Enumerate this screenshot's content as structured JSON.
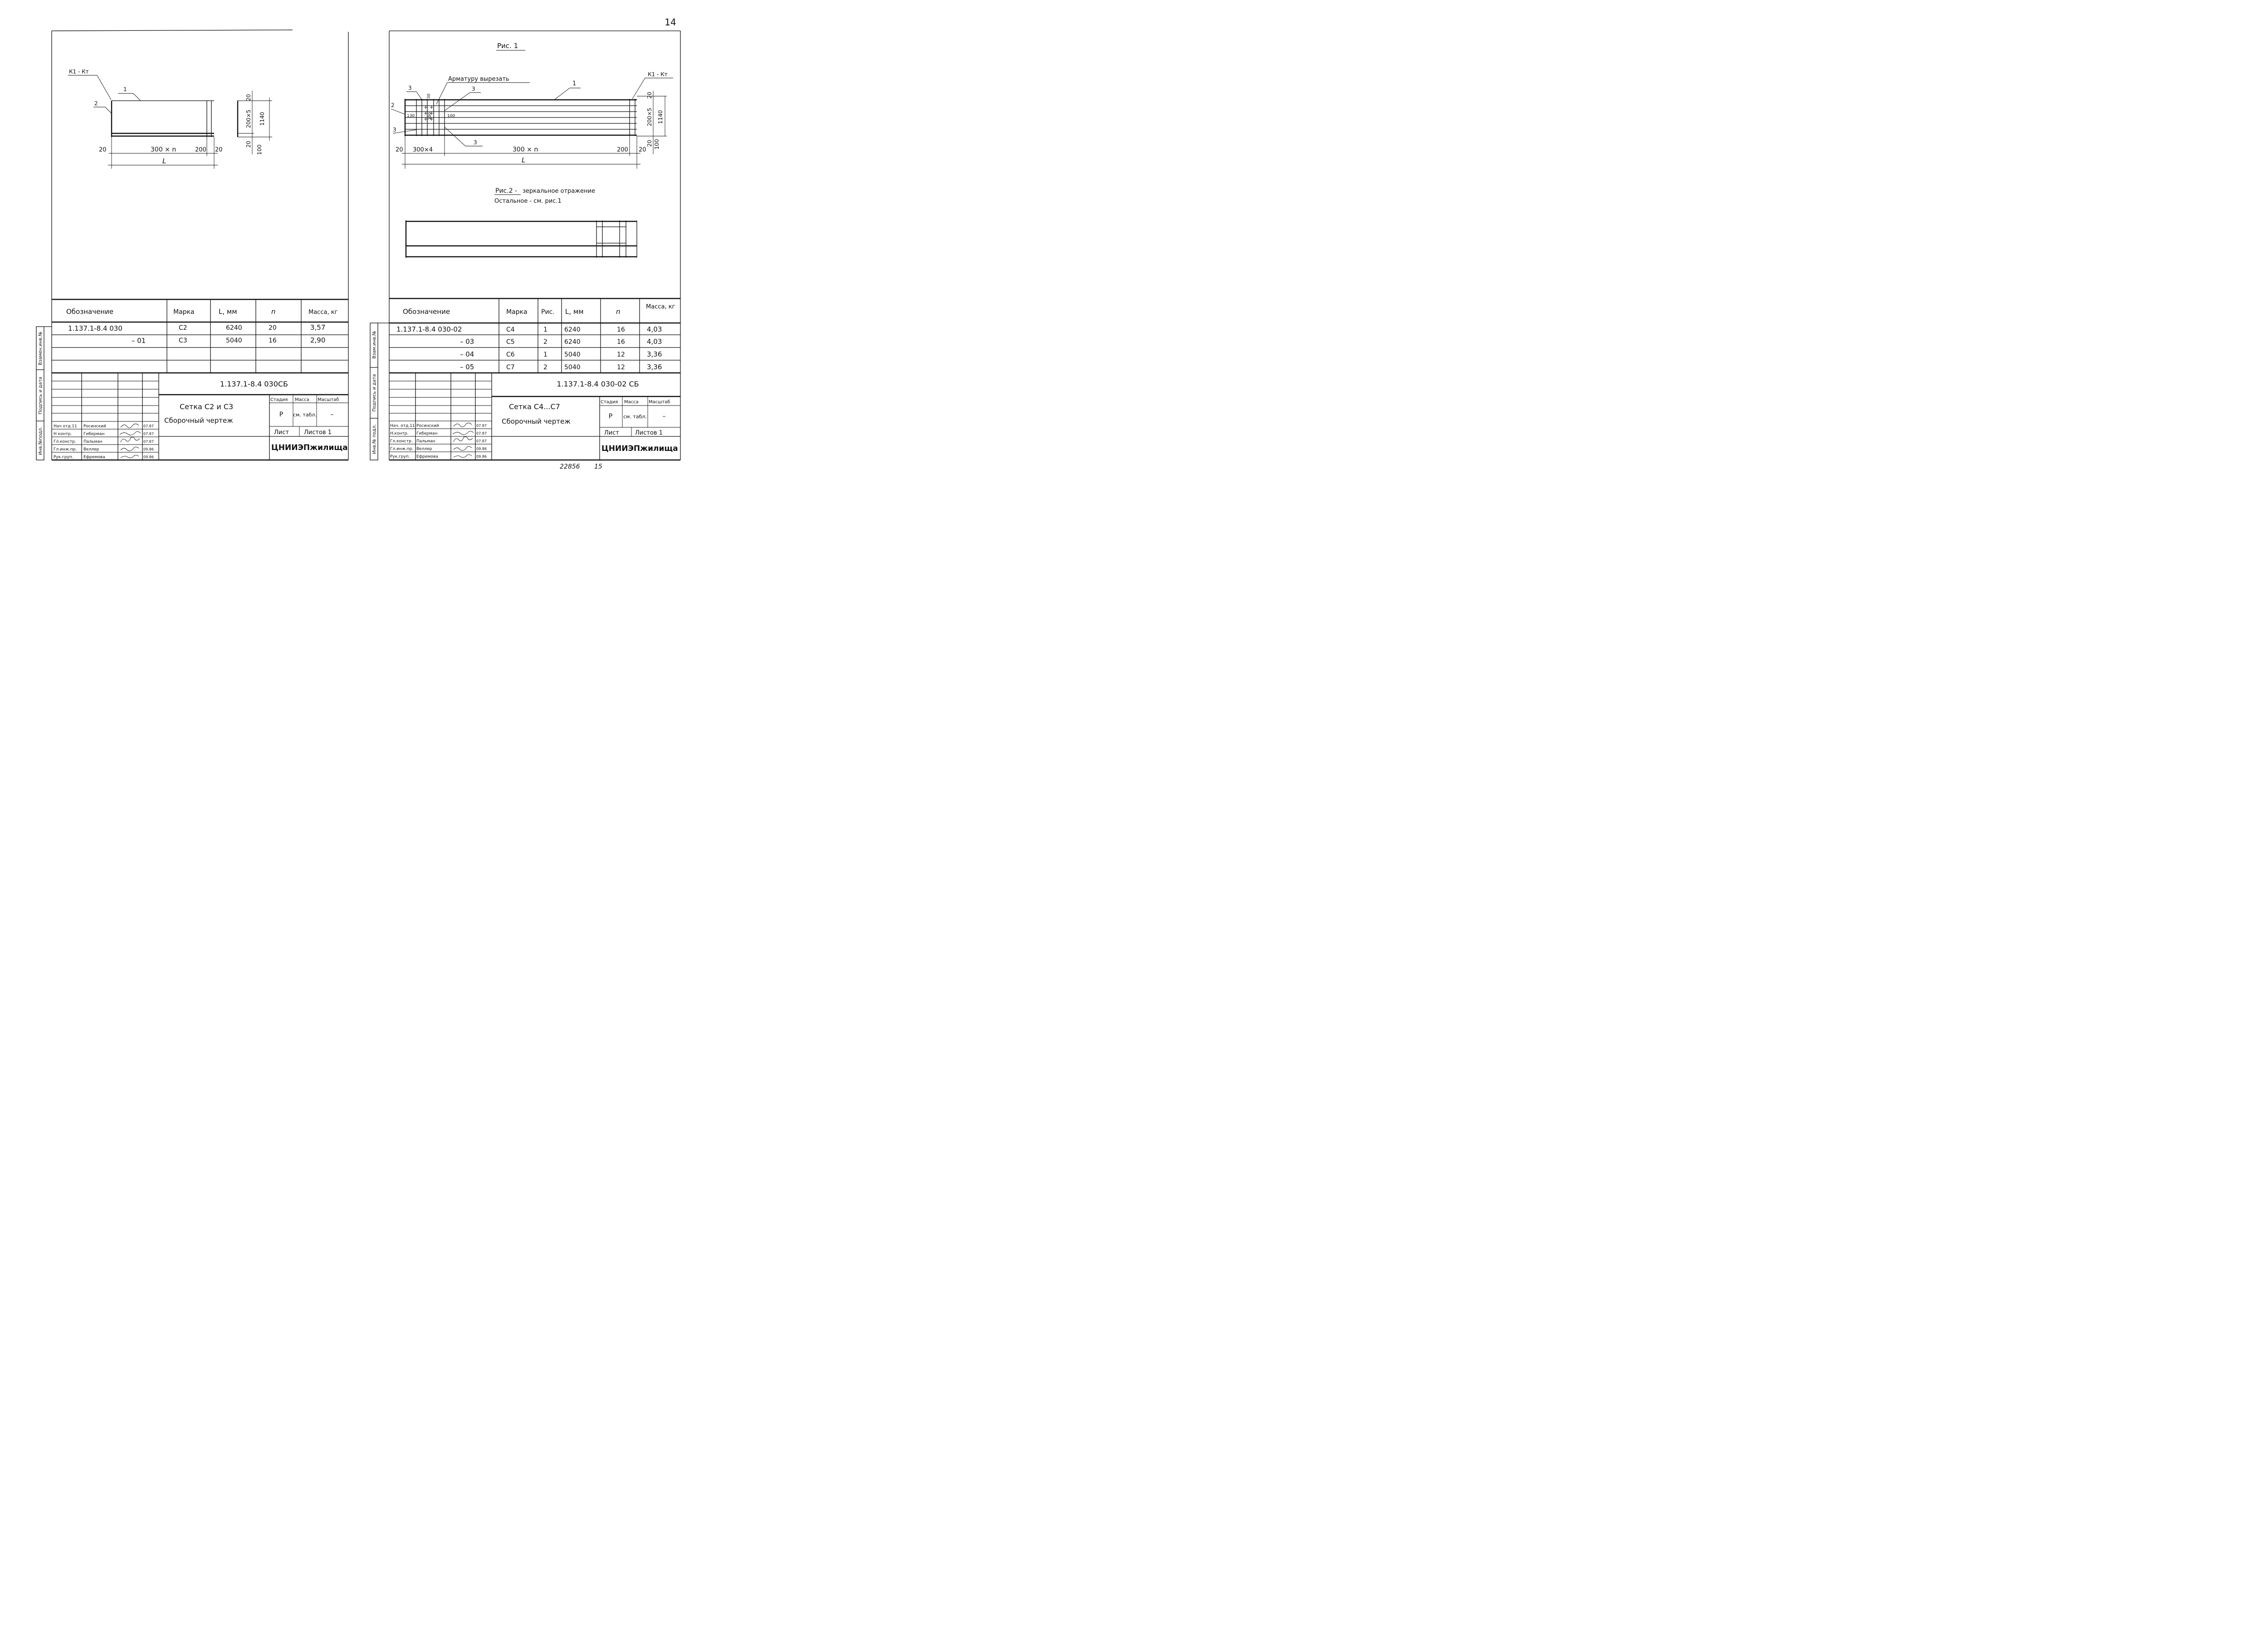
{
  "page_number": "14",
  "footer": {
    "sheet_code": "22856",
    "sheet_no": "15"
  },
  "left": {
    "drawing": {
      "leader_k": "К1 - Кт",
      "pos1": "1",
      "pos2": "2",
      "dim_20a": "20",
      "dim_300n": "300 × n",
      "dim_200": "200",
      "dim_20b": "20",
      "dim_L": "L",
      "side_20top": "20",
      "side_200x5": "200×5",
      "side_1140": "1140",
      "side_20bot": "20",
      "side_100": "100"
    },
    "table": {
      "headers": [
        "Обозначение",
        "Марка",
        "L, мм",
        "n",
        "Масса, кг"
      ],
      "rows": [
        [
          "1.137.1-8.4 030",
          "С2",
          "6240",
          "20",
          "3,57"
        ],
        [
          "– 01",
          "С3",
          "5040",
          "16",
          "2,90"
        ]
      ]
    },
    "title_block": {
      "code": "1.137.1-8.4 030СБ",
      "title1": "Сетка С2 и С3",
      "title2": "Сборочный чертеж",
      "stage_label": "Стадия",
      "stage": "Р",
      "mass_label": "Масса",
      "mass": "см. табл.",
      "scale_label": "Масштаб",
      "scale": "–",
      "sheet_label": "Лист",
      "sheets_label": "Листов 1",
      "org": "ЦНИИЭПжилища",
      "people": [
        [
          "Нач отд.11",
          "Росинский",
          "07.87"
        ],
        [
          "Н контр.",
          "Гиберман",
          "07.87"
        ],
        [
          "Гл.констр.",
          "Пальман",
          "07.87"
        ],
        [
          "Гл.инж.пр.",
          "Веллер",
          "09.86"
        ],
        [
          "Рук.груп.",
          "Ефремова",
          "09.86"
        ]
      ]
    },
    "margin_labels": [
      "Взамен.инв.№",
      "Подпись и дата",
      "Инв.№подл."
    ]
  },
  "right": {
    "fig1_title": "Рис. 1",
    "drawing": {
      "cut_note": "Арматуру вырезать",
      "leader_k": "К1 - Кт",
      "pos1": "1",
      "pos2": "2",
      "pos3a": "3",
      "pos3b": "3",
      "pos3c": "3",
      "pos3d": "3",
      "d30": "30",
      "d130": "130",
      "d100a": "100",
      "d100b": "100",
      "dim_20a": "20",
      "dim_300x4": "300×4",
      "dim_300n": "300 × n",
      "dim_200": "200",
      "dim_20b": "20",
      "dim_L": "L",
      "side_20top": "20",
      "side_200x5": "200×5",
      "side_1140": "1140",
      "side_20bot": "20",
      "side_100": "100"
    },
    "fig2_title": "Рис.2 -",
    "fig2_note": "зеркальное отражение",
    "fig2_note2": "Остальное - см. рис.1",
    "table": {
      "headers": [
        "Обозначение",
        "Марка",
        "Рис.",
        "L, мм",
        "n",
        "Масса, кг"
      ],
      "rows": [
        [
          "1.137.1-8.4 030-02",
          "С4",
          "1",
          "6240",
          "16",
          "4,03"
        ],
        [
          "– 03",
          "С5",
          "2",
          "6240",
          "16",
          "4,03"
        ],
        [
          "– 04",
          "С6",
          "1",
          "5040",
          "12",
          "3,36"
        ],
        [
          "– 05",
          "С7",
          "2",
          "5040",
          "12",
          "3,36"
        ]
      ]
    },
    "title_block": {
      "code": "1.137.1-8.4 030-02 СБ",
      "title1": "Сетка С4...С7",
      "title2": "Сборочный чертеж",
      "stage_label": "Стадия",
      "stage": "Р",
      "mass_label": "Масса",
      "mass": "см. табл.",
      "scale_label": "Масштаб",
      "scale": "–",
      "sheet_label": "Лист",
      "sheets_label": "Листов 1",
      "org": "ЦНИИЭПжилища",
      "people": [
        [
          "Нач. отд.11",
          "Росинский",
          "07.87"
        ],
        [
          "Н.контр.",
          "Гиберман",
          "07.87"
        ],
        [
          "Гл.констр.",
          "Пальман",
          "07.87"
        ],
        [
          "Гл.инж.пр.",
          "Веллер",
          "09.86"
        ],
        [
          "Рук.груп.",
          "Ефремова",
          "09.86"
        ]
      ]
    },
    "margin_labels": [
      "Взам.инв.№",
      "Подпись и дата",
      "Инв.№ подл."
    ]
  }
}
